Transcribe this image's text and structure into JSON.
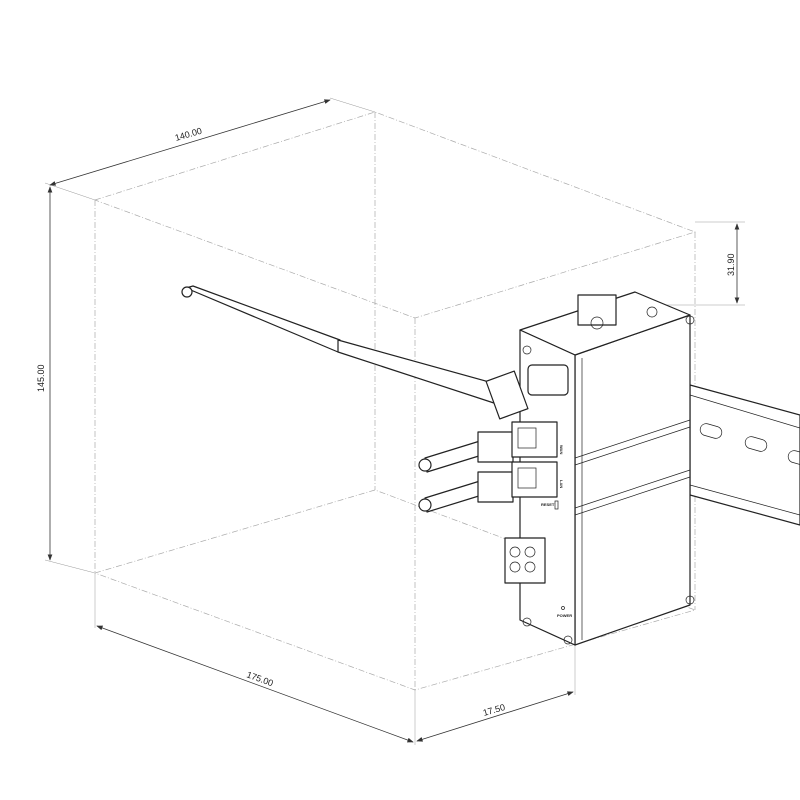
{
  "dimensions": {
    "width": "140.00",
    "height": "145.00",
    "depth": "175.00",
    "offset_bottom": "17.50",
    "offset_top": "31.90"
  },
  "device_labels": {
    "wan": "WAN",
    "lan": "LAN",
    "reset": "RESET",
    "power": "POWER"
  }
}
